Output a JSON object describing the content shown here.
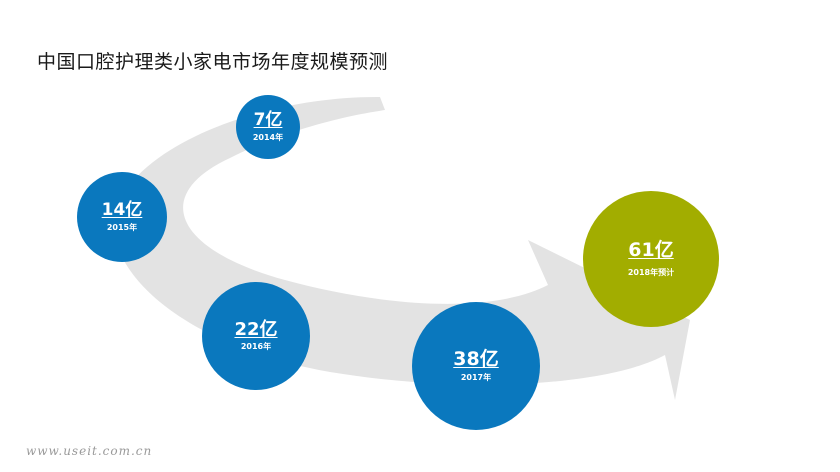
{
  "title": "中国口腔护理类小家电市场年度规模预测",
  "colors": {
    "bubble_blue": "#0a78be",
    "bubble_green": "#a2ad00",
    "arrow_gray": "#e3e3e3"
  },
  "bubbles": [
    {
      "value": "7亿",
      "year": "2014年"
    },
    {
      "value": "14亿",
      "year": "2015年"
    },
    {
      "value": "22亿",
      "year": "2016年"
    },
    {
      "value": "38亿",
      "year": "2017年"
    },
    {
      "value": "61亿",
      "year": "2018年预计"
    }
  ],
  "watermark": "www.useit.com.cn"
}
